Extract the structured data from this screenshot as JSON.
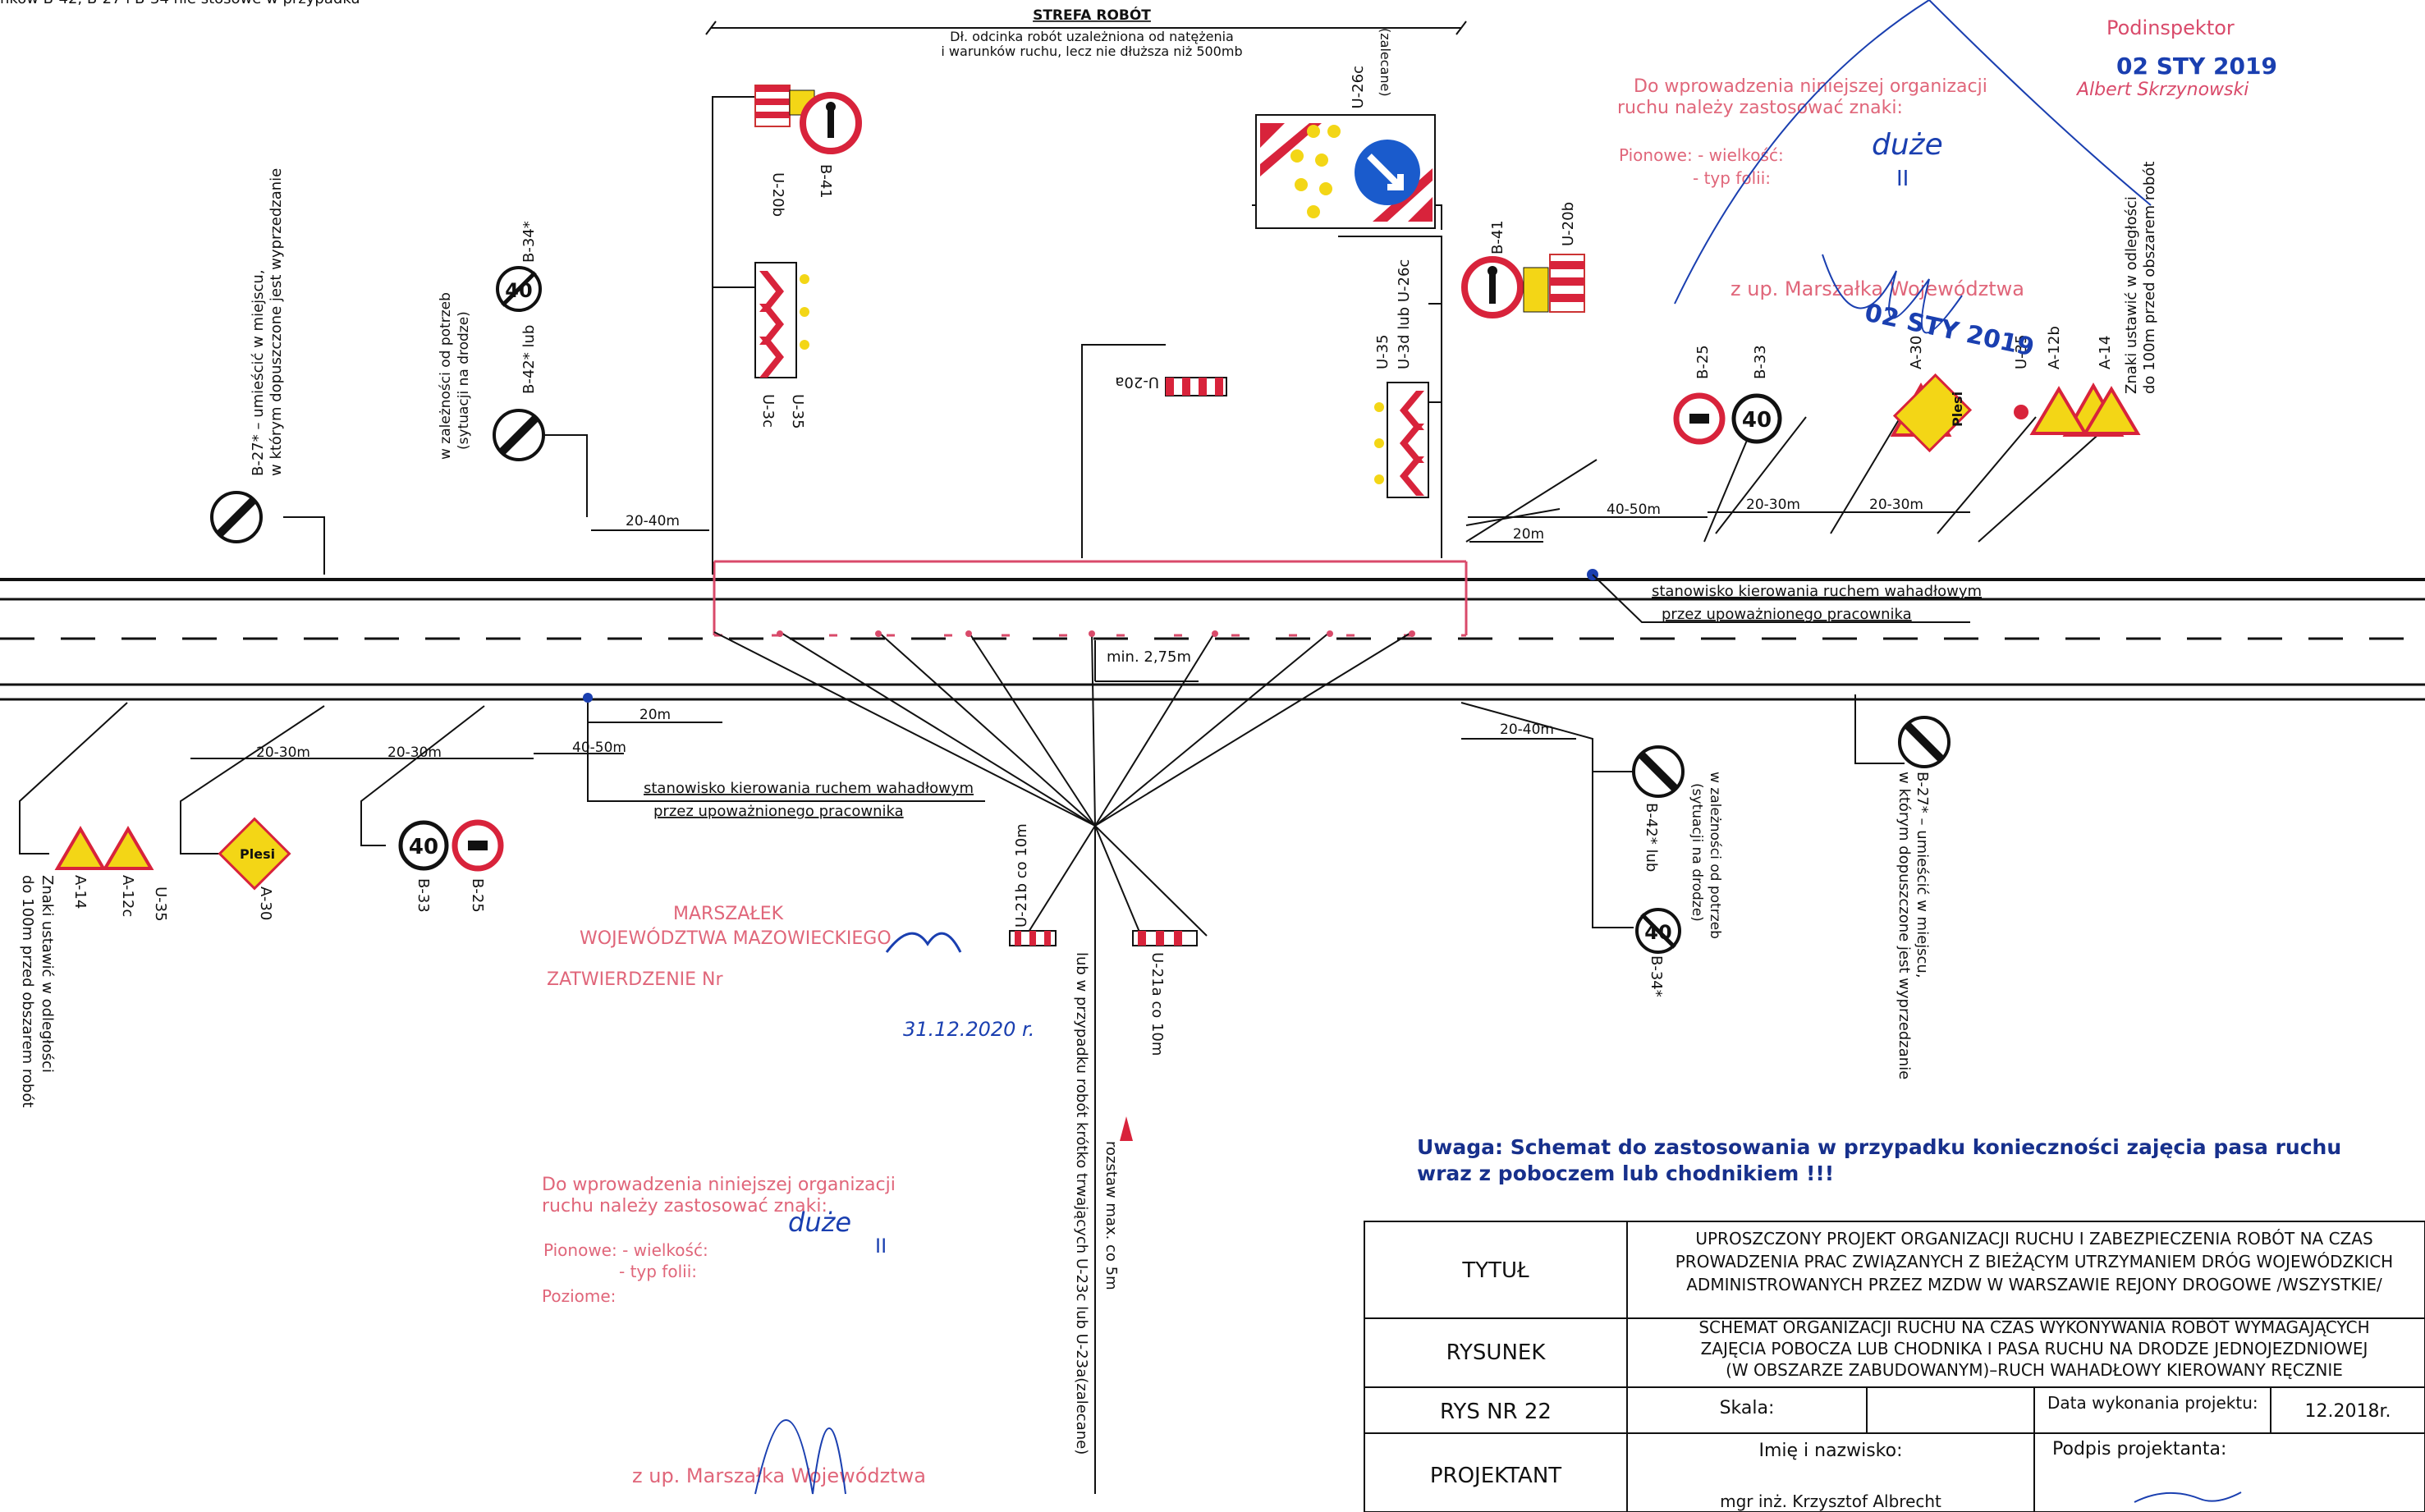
{
  "top_text": "nków B-42, B-27 i B-34 nie stosowe w przypadku",
  "strefa": {
    "title": "STREFA ROBÓT",
    "line1": "Dł. odcinka robót uzależniona od natężenia",
    "line2": "i warunków ruchu, lecz nie dłuższa niż 500mb"
  },
  "signs": {
    "u20b": "U-20b",
    "b41": "B-41",
    "u3c": "U-3c",
    "u35": "U-35",
    "u26c": "U-26c",
    "zalecane": "(zalecane)",
    "u3d": "U-3d lub U-26c",
    "u20a": "U-20a",
    "b25": "B-25",
    "b33": "B-33",
    "a30": "A-30",
    "a12b": "A-12b",
    "a14": "A-14",
    "a12c": "A-12c",
    "b42_b34": "B-42* lub",
    "b34": "B-34*",
    "b27": "B-27*",
    "u21b": "U-21b co 10m",
    "u21a": "U-21a co 10m",
    "plesi": "Plesi",
    "limit": "40",
    "b33_lower": "B-33",
    "b25_lower": "B-25"
  },
  "notes": {
    "b42_need_1": "w zależności od potrzeb",
    "b42_need_2": "(sytuacji na drodze)",
    "b27_note_1": "B-27* – umieścić w miejscu,",
    "b27_note_2": "w którym dopuszczone jest wyprzedzanie",
    "znaki_1": "Znaki ustawić w odległości",
    "znaki_2": "do 100m przed obszarem robót",
    "stanowisko_1": "stanowisko kierowania ruchem wahadłowym",
    "stanowisko_2": "przez upoważnionego pracownika",
    "min": "min. 2,75m",
    "rozstaw": "rozstaw max. co 5m",
    "lub_1": "lub w przypadku robót krótko trwających U-23c lub U-23a(zalecane)"
  },
  "dims": {
    "d20_40": "20-40m",
    "d40_50": "40-50m",
    "d20_30": "20-30m",
    "d20": "20m"
  },
  "uwaga": {
    "line1": "Uwaga: Schemat do zastosowania w przypadku konieczności zajęcia pasa ruchu",
    "line2": "wraz z poboczem lub chodnikiem !!!"
  },
  "title_block": {
    "tytul_label": "TYTUŁ",
    "tytul_1": "UPROSZCZONY PROJEKT ORGANIZACJI RUCHU I ZABEZPIECZENIA ROBÓT NA CZAS",
    "tytul_2": "PROWADZENIA PRAC ZWIĄZANYCH Z BIEŻĄCYM UTRZYMANIEM DRÓG WOJEWÓDZKICH",
    "tytul_3": "ADMINISTROWANYCH PRZEZ MZDW W WARSZAWIE REJONY DROGOWE /WSZYSTKIE/",
    "rysunek_label": "RYSUNEK",
    "rysunek_1": "SCHEMAT ORGANIZACJI RUCHU NA CZAS WYKONYWANIA ROBÓT WYMAGAJĄCYCH",
    "rysunek_2": "ZAJĘCIA POBOCZA LUB CHODNIKA I PASA RUCHU NA DRODZE JEDNOJEZDNIOWEJ",
    "rysunek_3": "(W OBSZARZE ZABUDOWANYM)–RUCH WAHADŁOWY KIEROWANY RĘCZNIE",
    "rys_nr": "RYS NR 22",
    "skala": "Skala:",
    "data_label": "Data wykonania projektu:",
    "data_value": "12.2018r.",
    "projektant_label": "PROJEKTANT",
    "imie_label": "Imię i nazwisko:",
    "podpis_label": "Podpis projektanta:",
    "name": "mgr inż. Krzysztof Albrecht"
  },
  "stamps": {
    "podinspektor": "Podinspektor",
    "date": "02 STY 2019",
    "sig": "Albert Skrzynowski",
    "zup": "z up. Marszałka Województwa",
    "do_wprow_1": "Do wprowadzenia niniejszej organizacji",
    "do_wprow_2": "ruchu należy zastosować znaki:",
    "pionowe": "Pionowe: - wielkość:",
    "typ": "- typ folii:",
    "poziome": "Poziome:",
    "duze": "duże",
    "ii": "II",
    "marszalek_1": "MARSZAŁEK",
    "marszalek_2": "WOJEWÓDZTWA MAZOWIECKIEGO",
    "zatw": "ZATWIERDZENIE Nr",
    "date2": "31.12.2020 r.",
    "zup2": "z up. Marszałka Województwa"
  }
}
